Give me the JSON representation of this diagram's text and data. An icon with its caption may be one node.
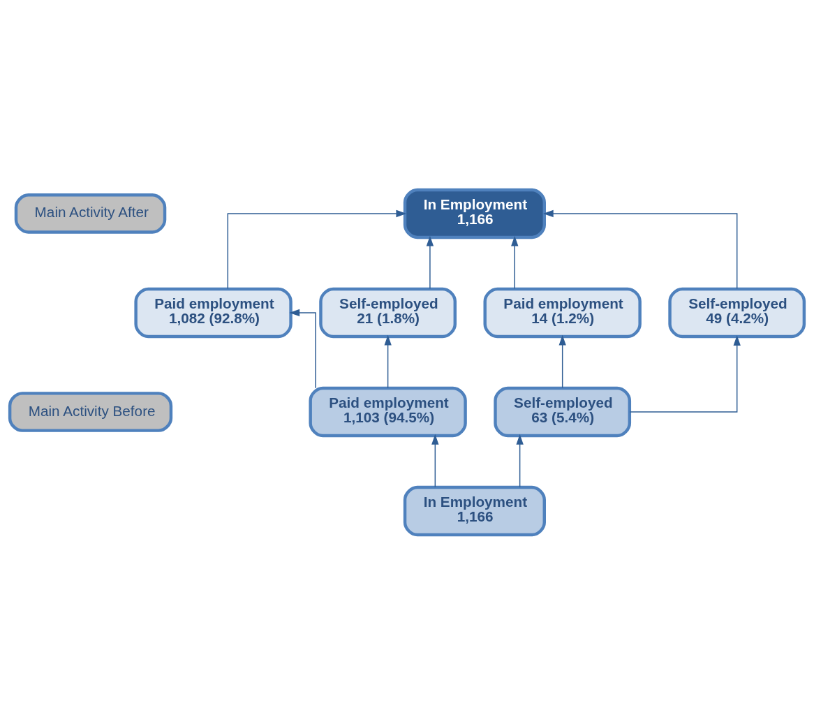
{
  "diagram": {
    "nodes": [
      {
        "text": [
          "Main Activity After"
        ]
      },
      {
        "text": [
          "In Employment",
          "1,166"
        ]
      },
      {
        "text": [
          "Paid employment",
          "1,082 (92.8%)"
        ]
      },
      {
        "text": [
          "Self-employed",
          "21 (1.8%)"
        ]
      },
      {
        "text": [
          "Paid employment",
          "14 (1.2%)"
        ]
      },
      {
        "text": [
          "Self-employed",
          "49 (4.2%)"
        ]
      },
      {
        "text": [
          "Main Activity Before"
        ]
      },
      {
        "text": [
          "Paid employment",
          "1,103 (94.5%)"
        ]
      },
      {
        "text": [
          "Self-employed",
          "63 (5.4%)"
        ]
      },
      {
        "text": [
          "In Employment",
          "1,166"
        ]
      }
    ],
    "edges": [
      {
        "from": 2,
        "to": 1,
        "arrow": "to"
      },
      {
        "from": 3,
        "to": 1,
        "arrow": "to"
      },
      {
        "from": 4,
        "to": 1,
        "arrow": "to"
      },
      {
        "from": 5,
        "to": 1,
        "arrow": "to"
      },
      {
        "from": 7,
        "to": 2,
        "arrow": "to"
      },
      {
        "from": 7,
        "to": 3,
        "arrow": "to"
      },
      {
        "from": 8,
        "to": 4,
        "arrow": "to"
      },
      {
        "from": 8,
        "to": 5,
        "arrow": "to"
      },
      {
        "from": 9,
        "to": 7,
        "arrow": "to"
      },
      {
        "from": 9,
        "to": 8,
        "arrow": "to"
      }
    ]
  }
}
